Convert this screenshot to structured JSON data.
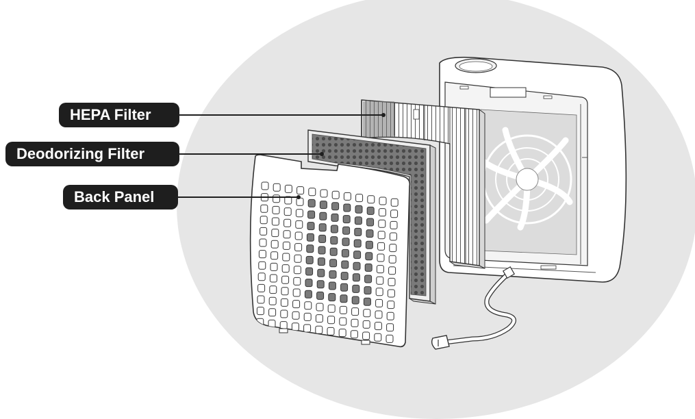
{
  "labels": {
    "hepa_filter": "HEPA Filter",
    "deodorizing_filter": "Deodorizing Filter",
    "back_panel": "Back Panel"
  },
  "icons": {
    "purifier": "air-purifier-unit",
    "hepa": "hepa-filter-panel",
    "deodorizing": "carbon-filter-panel",
    "back": "perforated-back-panel",
    "cord": "power-cord-plug"
  },
  "colors": {
    "backdrop": "#e6e6e6",
    "callout_bg": "#1e1e1e",
    "callout_text": "#ffffff",
    "line": "#1e1e1e",
    "carbon": "#6e6e6e",
    "outline": "#333333"
  }
}
